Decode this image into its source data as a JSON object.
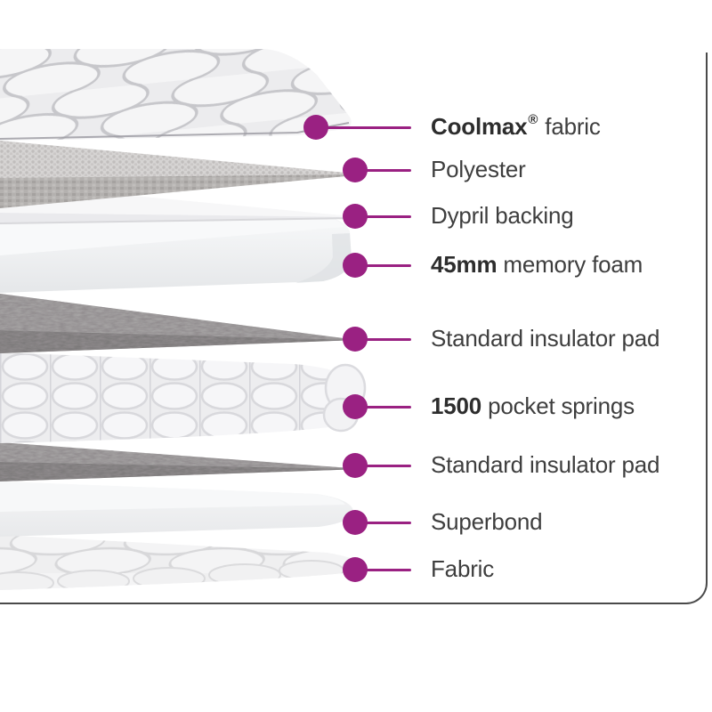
{
  "diagram": {
    "subject": "mattress-layers-cutaway",
    "accent_color": "#9a2182",
    "border_color": "#4a4a4a",
    "text_color": "#3e3e3e",
    "labels": [
      {
        "bold": "Coolmax",
        "sup": "®",
        "rest": " fabric"
      },
      {
        "rest": "Polyester"
      },
      {
        "rest": "Dypril backing"
      },
      {
        "bold": "45mm",
        "rest": " memory foam"
      },
      {
        "rest": "Standard insulator pad"
      },
      {
        "bold": "1500",
        "rest": " pocket springs"
      },
      {
        "rest": "Standard insulator pad"
      },
      {
        "rest": "Superbond"
      },
      {
        "rest": "Fabric"
      }
    ]
  }
}
